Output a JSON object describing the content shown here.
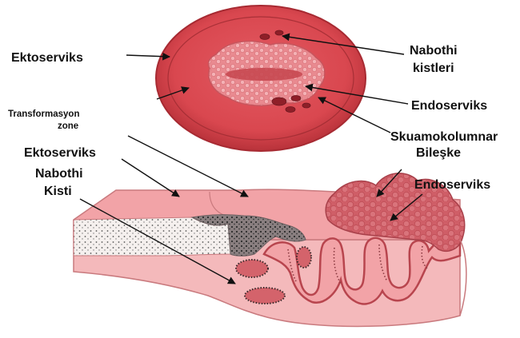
{
  "labels": {
    "ektoserviks_top": "Ektoserviks",
    "nabothi_line1": "Nabothi",
    "nabothi_line2": "kistleri",
    "endoserviks_top": "Endoserviks",
    "transformasyon_line1": "Transformasyon",
    "transformasyon_line2": "zone",
    "skuamo_line1": "Skuamokolumnar",
    "skuamo_line2": "Bileşke",
    "ektoserviks_bottom": "Ektoserviks",
    "nabothi_kisti_line1": "Nabothi",
    "nabothi_kisti_line2": "Kisti",
    "endoserviks_bottom": "Endoserviks"
  },
  "colors": {
    "cervix_face": "#d9474f",
    "cervix_rim": "#b8323a",
    "ectropion": "#e77f86",
    "tissue_top": "#f2a3a7",
    "tissue_lower": "#f4b9bb",
    "glandular": "#c95b63",
    "squamous_stipple": "#f5f0ee",
    "transition_gray": "#8a7f80",
    "arrow": "#111111"
  }
}
